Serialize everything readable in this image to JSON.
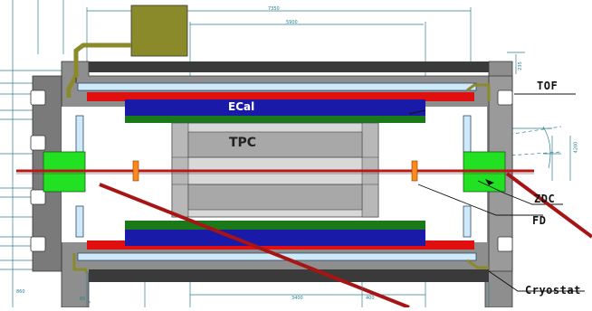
{
  "labels": {
    "tof": "TOF",
    "ecal": "ECal",
    "tpc": "TPC",
    "zdc": "ZDC",
    "fd": "FD",
    "cryostat": "Cryostat"
  },
  "dimensions": {
    "top_overall": "7350",
    "top_inner": "5900",
    "bottom_inner": "3400",
    "bottom_left_small": "65",
    "bottom_right_small": "400",
    "left_small": "860",
    "right_side_top": "235",
    "right_side_mid": "4200"
  },
  "colors": {
    "ecal": "#1a1aa8",
    "red_bar": "#e01010",
    "green_bar": "#1a7a1a",
    "zdc_green": "#22e022",
    "tpc_gray": "#a8a8a8",
    "beam_red": "#b81818",
    "orange_fd": "#ff8a1a",
    "olive": "#8a8a2a",
    "dim_line": "#2a7f8f"
  }
}
